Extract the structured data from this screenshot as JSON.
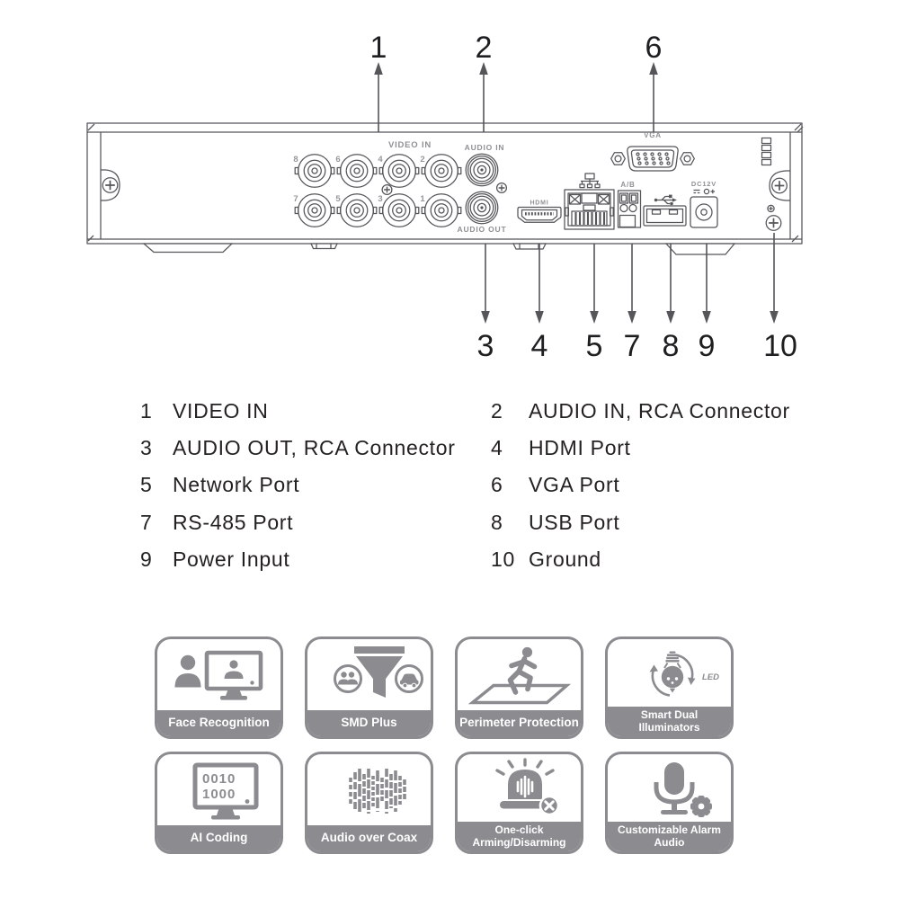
{
  "diagram": {
    "top_callouts": [
      {
        "num": "1"
      },
      {
        "num": "2"
      },
      {
        "num": "6"
      }
    ],
    "bottom_callouts": [
      {
        "num": "3"
      },
      {
        "num": "4"
      },
      {
        "num": "5"
      },
      {
        "num": "7"
      },
      {
        "num": "8"
      },
      {
        "num": "9"
      },
      {
        "num": "10"
      }
    ],
    "panel_labels": {
      "video_in": "VIDEO IN",
      "audio_in": "AUDIO IN",
      "audio_out": "AUDIO OUT",
      "hdmi": "HDMI",
      "ab": "A/B",
      "dc12v": "DC12V",
      "vga": "VGA"
    },
    "bnc_numbers": [
      "8",
      "6",
      "4",
      "2",
      "7",
      "5",
      "3",
      "1"
    ],
    "port_icons": [
      "bnc-connector-icon",
      "rca-connector-icon",
      "hdmi-port-icon",
      "ethernet-port-icon",
      "rs485-terminal-icon",
      "usb-icon",
      "dc-power-jack-icon",
      "vga-port-icon",
      "ground-icon",
      "screw-icon",
      "vent-grille-icon"
    ]
  },
  "legend": {
    "left": [
      {
        "num": "1",
        "label": "VIDEO IN"
      },
      {
        "num": "3",
        "label": "AUDIO OUT, RCA Connector"
      },
      {
        "num": "5",
        "label": "Network Port"
      },
      {
        "num": "7",
        "label": "RS-485 Port"
      },
      {
        "num": "9",
        "label": "Power Input"
      }
    ],
    "right": [
      {
        "num": "2",
        "label": "AUDIO IN, RCA Connector"
      },
      {
        "num": "4",
        "label": "HDMI Port"
      },
      {
        "num": "6",
        "label": "VGA Port"
      },
      {
        "num": "8",
        "label": "USB Port"
      },
      {
        "num": "10",
        "label": "Ground"
      }
    ]
  },
  "features": [
    {
      "icon": "face-recognition-icon",
      "lines": [
        "Face Recognition"
      ]
    },
    {
      "icon": "smd-plus-icon",
      "lines": [
        "SMD Plus"
      ]
    },
    {
      "icon": "perimeter-protection-icon",
      "lines": [
        "Perimeter Protection"
      ]
    },
    {
      "icon": "smart-dual-illuminators-icon",
      "lines": [
        "Smart Dual",
        "Illuminators"
      ]
    },
    {
      "icon": "ai-coding-icon",
      "lines": [
        "AI Coding"
      ]
    },
    {
      "icon": "audio-over-coax-icon",
      "lines": [
        "Audio over Coax"
      ]
    },
    {
      "icon": "one-click-arming-disarming-icon",
      "lines": [
        "One-click",
        "Arming/Disarming"
      ]
    },
    {
      "icon": "customizable-alarm-audio-icon",
      "lines": [
        "Customizable Alarm",
        "Audio"
      ]
    }
  ],
  "icon_texts": {
    "binary_line1": "0010",
    "binary_line2": "1000",
    "led": "LED"
  },
  "colors": {
    "tile_gray": "#8b8b90",
    "line": "#55555a",
    "panel_label_gray": "#8f9094",
    "text": "#242122"
  }
}
